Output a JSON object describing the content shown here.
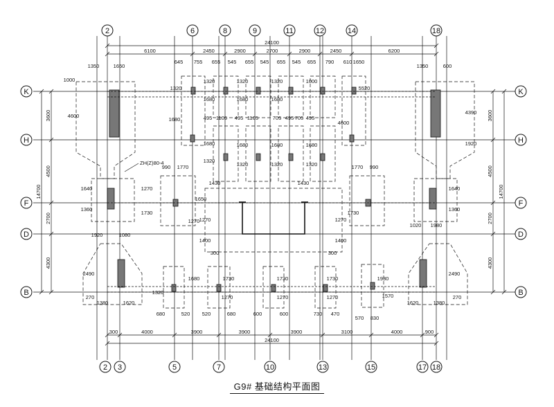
{
  "title": "G9# 基础结构平面图",
  "axes": {
    "top": [
      "2",
      "6",
      "8",
      "9",
      "11",
      "12",
      "14",
      "18"
    ],
    "bottom": [
      "2",
      "3",
      "5",
      "7",
      "10",
      "13",
      "15",
      "17",
      "18"
    ],
    "rows": [
      "K",
      "H",
      "F",
      "D",
      "B"
    ]
  },
  "dims": {
    "top_total": "24100",
    "top_segments": [
      "6100",
      "2450",
      "2900",
      "2700",
      "2900",
      "2450",
      "6200"
    ],
    "bottom_total": "24100",
    "bottom_segments": [
      "300",
      "4000",
      "3900",
      "3900",
      "3900",
      "3100",
      "4000",
      "900"
    ],
    "left_total": "14700",
    "left_segments": [
      "3600",
      "4500",
      "2700",
      "4300"
    ],
    "right_total": "14700",
    "right_segments": [
      "3600",
      "4500",
      "2700",
      "4300"
    ]
  },
  "labels": [
    "1350",
    "1650",
    "645",
    "755",
    "655",
    "545",
    "655",
    "545",
    "655",
    "545",
    "655",
    "790",
    "610",
    "1650",
    "1350",
    "600",
    "1000",
    "1320",
    "1320",
    "1320",
    "1320",
    "1000",
    "5520",
    "4600",
    "1680",
    "1680",
    "1680",
    "1680",
    "4600",
    "4390",
    "495",
    "1105",
    "495",
    "1105",
    "705",
    "495",
    "705",
    "495",
    "1680",
    "1680",
    "1680",
    "1680",
    "1920",
    "1320",
    "1320",
    "1320",
    "1320",
    "990",
    "1770",
    "1770",
    "990",
    "1430",
    "1430",
    "1640",
    "1360",
    "1270",
    "1730",
    "1650",
    "1270",
    "1730",
    "1640",
    "1360",
    "1920",
    "1080",
    "1020",
    "1980",
    "1270",
    "1270",
    "1400",
    "1400",
    "300",
    "300",
    "2490",
    "1680",
    "1730",
    "1730",
    "1730",
    "1930",
    "2490",
    "1320",
    "1270",
    "1270",
    "1270",
    "1570",
    "270",
    "1380",
    "1620",
    "680",
    "520",
    "520",
    "680",
    "600",
    "600",
    "730",
    "470",
    "570",
    "830",
    "1620",
    "1380",
    "270"
  ],
  "note": "ZH(Z)80-4"
}
